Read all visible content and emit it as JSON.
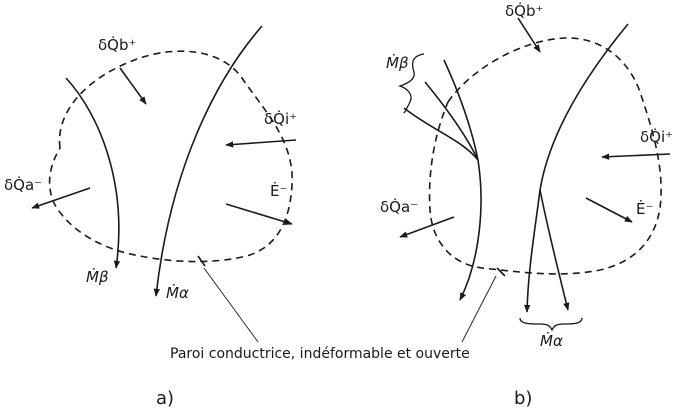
{
  "panels": {
    "a": {
      "caption": "a)",
      "labels": {
        "q_boundary": "δQ̇b⁺",
        "q_internal": "δQ̇i⁺",
        "q_external": "δQ̇a⁻",
        "energy": "Ė⁻",
        "mass_beta": "Ṁβ",
        "mass_alpha": "Ṁα"
      }
    },
    "b": {
      "caption": "b)",
      "labels": {
        "q_boundary": "δQ̇b⁺",
        "q_internal": "δQ̇i⁺",
        "q_external": "δQ̇a⁻",
        "energy": "Ė⁻",
        "mass_beta": "Ṁβ",
        "mass_alpha": "Ṁα"
      }
    }
  },
  "wall_note": "Paroi conductrice, indéformable et ouverte",
  "colors": {
    "ink": "#1a1a1a",
    "background": "#ffffff"
  }
}
